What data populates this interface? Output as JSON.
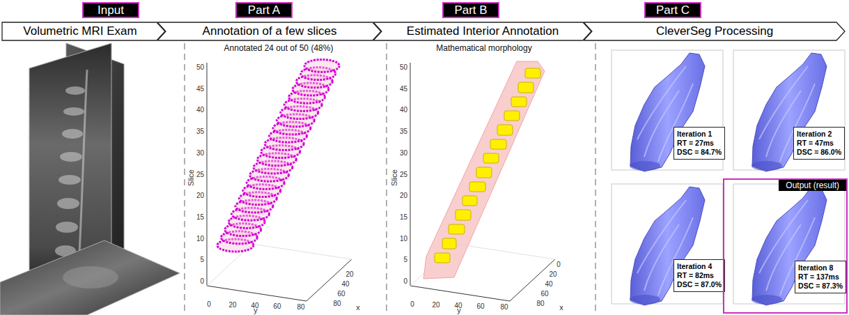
{
  "diagram": {
    "nodes": [
      {
        "text": [
          "Input"
        ]
      },
      {
        "text": [
          "Part A"
        ]
      },
      {
        "text": [
          "Part B"
        ]
      },
      {
        "text": [
          "Part C"
        ]
      },
      {
        "text": [
          "Volumetric MRI Exam"
        ]
      },
      {
        "text": [
          "Annotation of a few slices"
        ]
      },
      {
        "text": [
          "Estimated Interior Annotation"
        ]
      },
      {
        "text": [
          "CleverSeg Processing"
        ]
      },
      {
        "text": [
          "Iteration 1",
          "RT = 27ms",
          "DSC = 84.7%"
        ]
      },
      {
        "text": [
          "Iteration 2",
          "RT = 47ms",
          "DSC = 86.0%"
        ]
      },
      {
        "text": [
          "Iteration 4",
          "RT = 82ms",
          "DSC = 87.0%"
        ]
      },
      {
        "text": [
          "Output (result)"
        ]
      },
      {
        "text": [
          "Iteration 8",
          "RT = 137ms",
          "DSC = 87.3%"
        ],
        "in": 11
      }
    ],
    "labels": [
      "Annotated 24 out of 50 (48%)",
      "Mathematical morphology",
      "50",
      "45",
      "40",
      "35",
      "30",
      "25",
      "20",
      "15",
      "10",
      "5",
      "0",
      "Slice",
      "0",
      "20",
      "40",
      "60",
      "80",
      "y",
      "20",
      "40",
      "60",
      "80",
      "x",
      "50",
      "45",
      "40",
      "35",
      "30",
      "25",
      "20",
      "15",
      "10",
      "5",
      "0",
      "Slice",
      "0",
      "20",
      "40",
      "60",
      "80",
      "y",
      "0",
      "20",
      "40",
      "60",
      "80",
      "x"
    ]
  }
}
